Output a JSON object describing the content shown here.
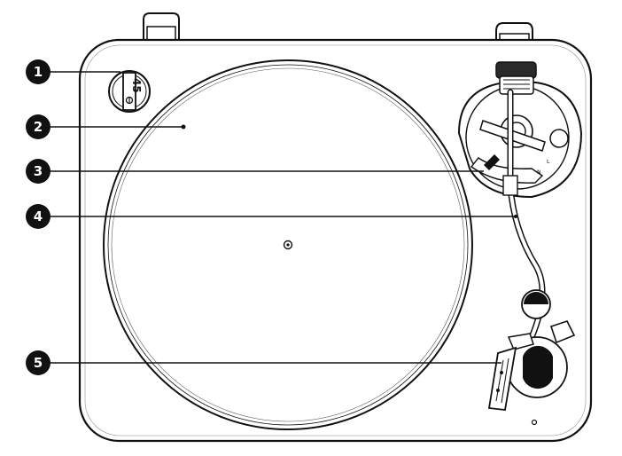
{
  "speed_selector": {
    "label": "45"
  },
  "arm_rest_marks": [
    "N",
    "L"
  ],
  "callouts": [
    {
      "number": "1"
    },
    {
      "number": "2"
    },
    {
      "number": "3"
    },
    {
      "number": "4"
    },
    {
      "number": "5"
    }
  ]
}
